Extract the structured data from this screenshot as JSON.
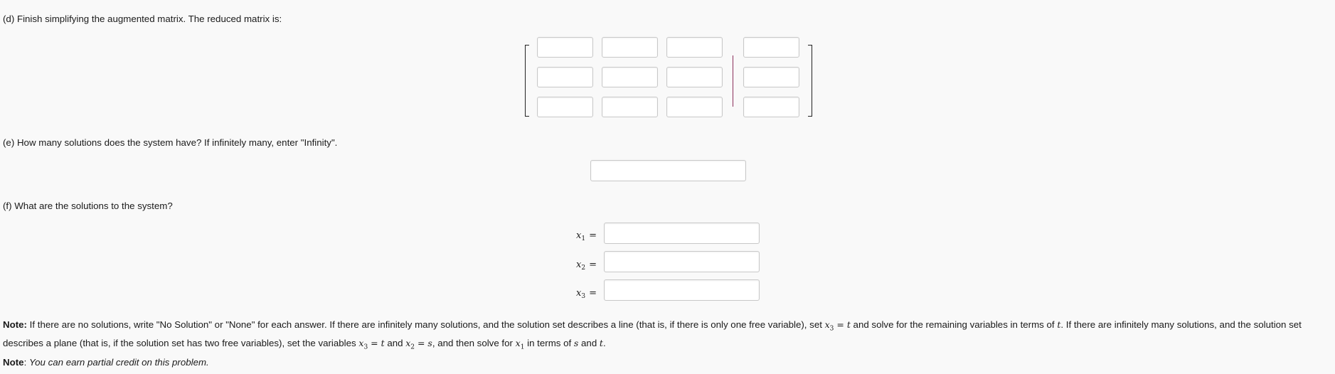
{
  "part_d": {
    "prompt": "(d) Finish simplifying the augmented matrix. The reduced matrix is:"
  },
  "part_e": {
    "prompt": "(e) How many solutions does the system have? If infinitely many, enter \"Infinity\"."
  },
  "part_f": {
    "prompt": "(f) What are the solutions to the system?",
    "variables": [
      {
        "name": "x",
        "sub": "1",
        "eq": "="
      },
      {
        "name": "x",
        "sub": "2",
        "eq": "="
      },
      {
        "name": "x",
        "sub": "3",
        "eq": "="
      }
    ]
  },
  "note1": {
    "label": "Note:",
    "t1": " If there are no solutions, write \"No Solution\" or \"None\" for each answer. If there are infinitely many solutions, and the solution set describes a line (that is, if there is only one free variable), set ",
    "m1": "x",
    "m1sub": "3",
    "m1rest": " = t",
    "t2": " and solve for the remaining variables in terms of ",
    "m2": "t",
    "t3": ". If there are infinitely many solutions, and the solution set describes a plane (that is, if the solution set has two free variables), set the variables ",
    "m3": "x",
    "m3sub": "3",
    "m3rest": " = t",
    "t4": " and ",
    "m4": "x",
    "m4sub": "2",
    "m4rest": " = s",
    "t5": ", and then solve for ",
    "m5": "x",
    "m5sub": "1",
    "t6": " in terms of ",
    "m6": "s",
    "t7": " and ",
    "m7": "t",
    "t8": "."
  },
  "note2": {
    "label": "Note",
    "sep": ": ",
    "text": "You can earn partial credit on this problem."
  }
}
